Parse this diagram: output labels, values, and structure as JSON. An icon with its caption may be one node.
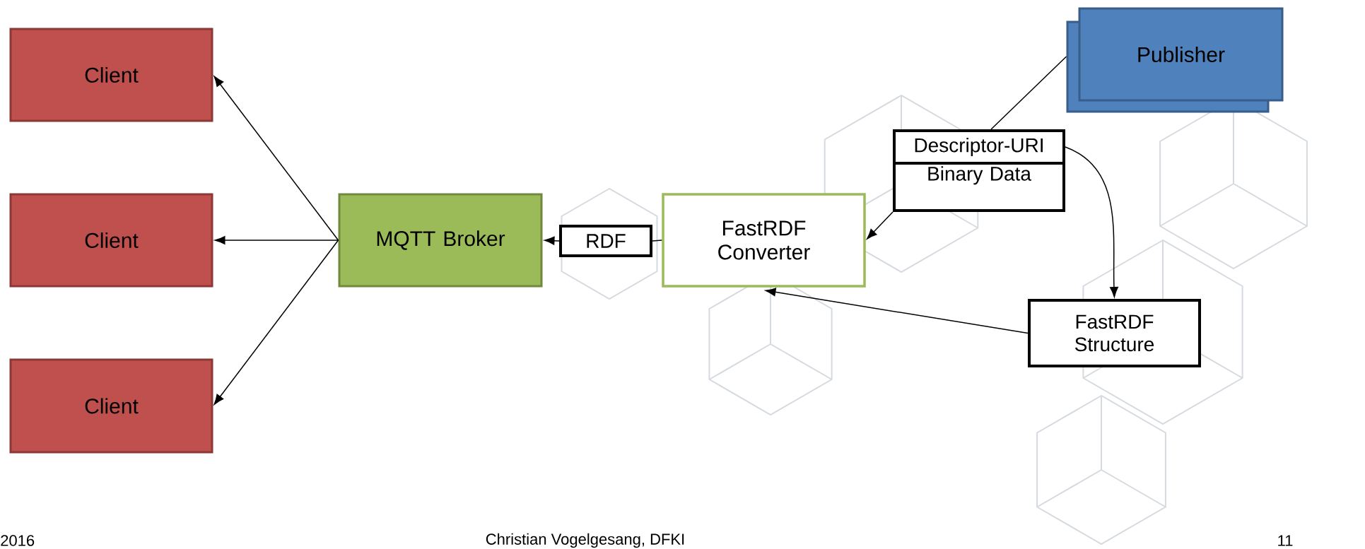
{
  "diagram": {
    "nodes": [
      {
        "text": [
          "Client"
        ]
      },
      {
        "text": [
          "Client"
        ]
      },
      {
        "text": [
          "Client"
        ]
      },
      {
        "text": [
          "MQTT Broker"
        ]
      },
      {
        "text": [
          "RDF"
        ]
      },
      {
        "text": [
          "FastRDF Converter"
        ]
      },
      {
        "text": [
          "Publisher"
        ]
      },
      {
        "text": [
          "Descriptor-URI"
        ]
      },
      {
        "text": [
          "Binary Data"
        ]
      },
      {
        "text": [
          "FastRDF Structure"
        ]
      }
    ],
    "edges": [
      {
        "from": 3,
        "to": 0,
        "arrow": "to"
      },
      {
        "from": 3,
        "to": 1,
        "arrow": "to"
      },
      {
        "from": 3,
        "to": 2,
        "arrow": "to"
      },
      {
        "from": 5,
        "to": 4,
        "arrow": "none"
      },
      {
        "from": 4,
        "to": 3,
        "arrow": "to"
      },
      {
        "from": 6,
        "to": 7,
        "arrow": "none"
      },
      {
        "from": 8,
        "to": 5,
        "arrow": "to"
      },
      {
        "from": 7,
        "to": 9,
        "arrow": "to"
      },
      {
        "from": 9,
        "to": 5,
        "arrow": "to"
      }
    ],
    "labels": [
      "2016",
      "Christian Vogelgesang, DFKI",
      "11"
    ]
  }
}
